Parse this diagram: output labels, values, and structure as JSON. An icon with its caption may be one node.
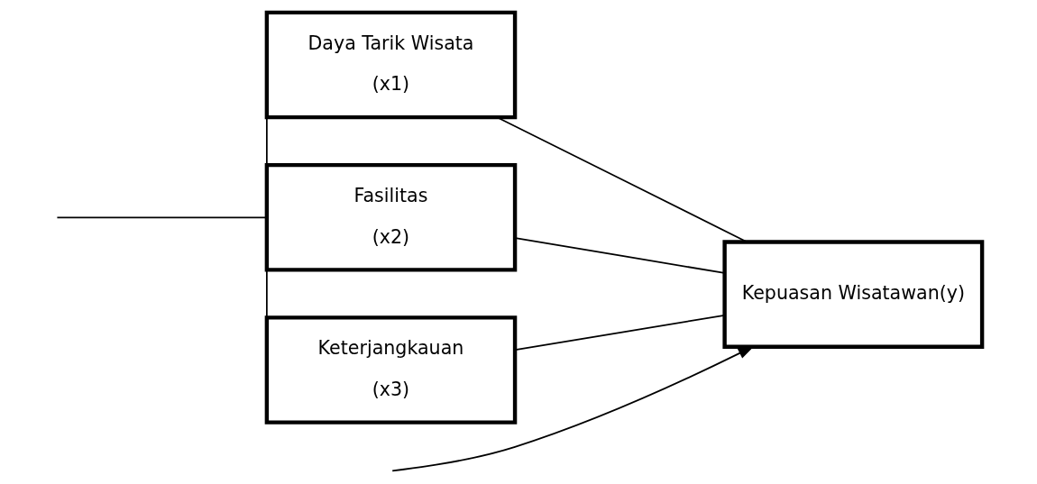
{
  "diagram": {
    "nodes": [
      {
        "text": [
          "Daya Tarik Wisata",
          "(x1)"
        ]
      },
      {
        "text": [
          "Fasilitas",
          "(x2)"
        ]
      },
      {
        "text": [
          "Keterjangkauan",
          "(x3)"
        ]
      },
      {
        "text": [
          "Kepuasan Wisatawan(y)"
        ]
      }
    ],
    "edges": [
      {
        "from": 0,
        "to": 3,
        "arrow": "none"
      },
      {
        "from": 1,
        "to": 3,
        "arrow": "none"
      },
      {
        "from": 2,
        "to": 3,
        "arrow": "none"
      },
      {
        "from": 0,
        "to": 2,
        "arrow": "none"
      },
      {
        "from": null,
        "to": 1,
        "arrow": "none"
      },
      {
        "from": null,
        "to": 3,
        "arrow": "to"
      }
    ]
  }
}
